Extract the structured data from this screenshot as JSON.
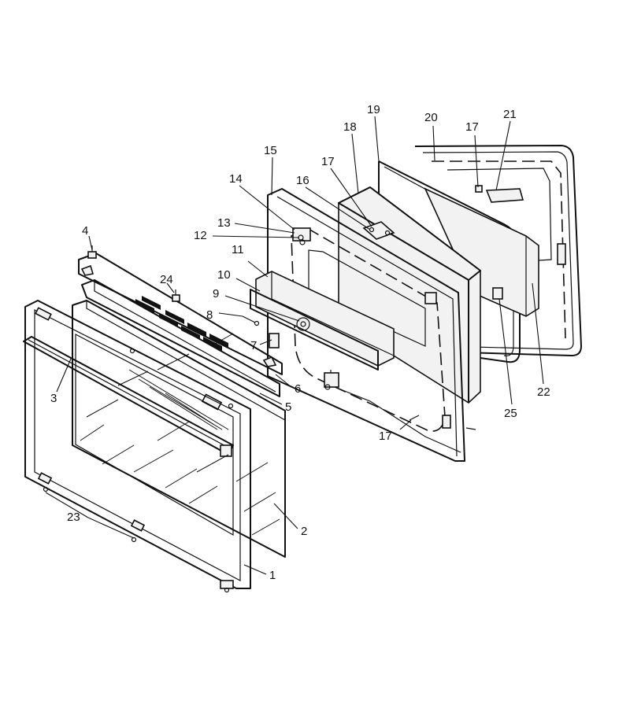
{
  "callouts": [
    {
      "id": "1",
      "text": "1"
    },
    {
      "id": "2",
      "text": "2"
    },
    {
      "id": "3",
      "text": "3"
    },
    {
      "id": "4",
      "text": "4"
    },
    {
      "id": "5",
      "text": "5"
    },
    {
      "id": "6",
      "text": "6"
    },
    {
      "id": "7",
      "text": "7"
    },
    {
      "id": "8",
      "text": "8"
    },
    {
      "id": "9",
      "text": "9"
    },
    {
      "id": "10",
      "text": "10"
    },
    {
      "id": "11",
      "text": "11"
    },
    {
      "id": "12",
      "text": "12"
    },
    {
      "id": "13",
      "text": "13"
    },
    {
      "id": "14",
      "text": "14"
    },
    {
      "id": "15",
      "text": "15"
    },
    {
      "id": "16",
      "text": "16"
    },
    {
      "id": "17a",
      "text": "17"
    },
    {
      "id": "17b",
      "text": "17"
    },
    {
      "id": "17c",
      "text": "17"
    },
    {
      "id": "18",
      "text": "18"
    },
    {
      "id": "19",
      "text": "19"
    },
    {
      "id": "20",
      "text": "20"
    },
    {
      "id": "21",
      "text": "21"
    },
    {
      "id": "22",
      "text": "22"
    },
    {
      "id": "23",
      "text": "23"
    },
    {
      "id": "24",
      "text": "24"
    },
    {
      "id": "25",
      "text": "25"
    }
  ]
}
